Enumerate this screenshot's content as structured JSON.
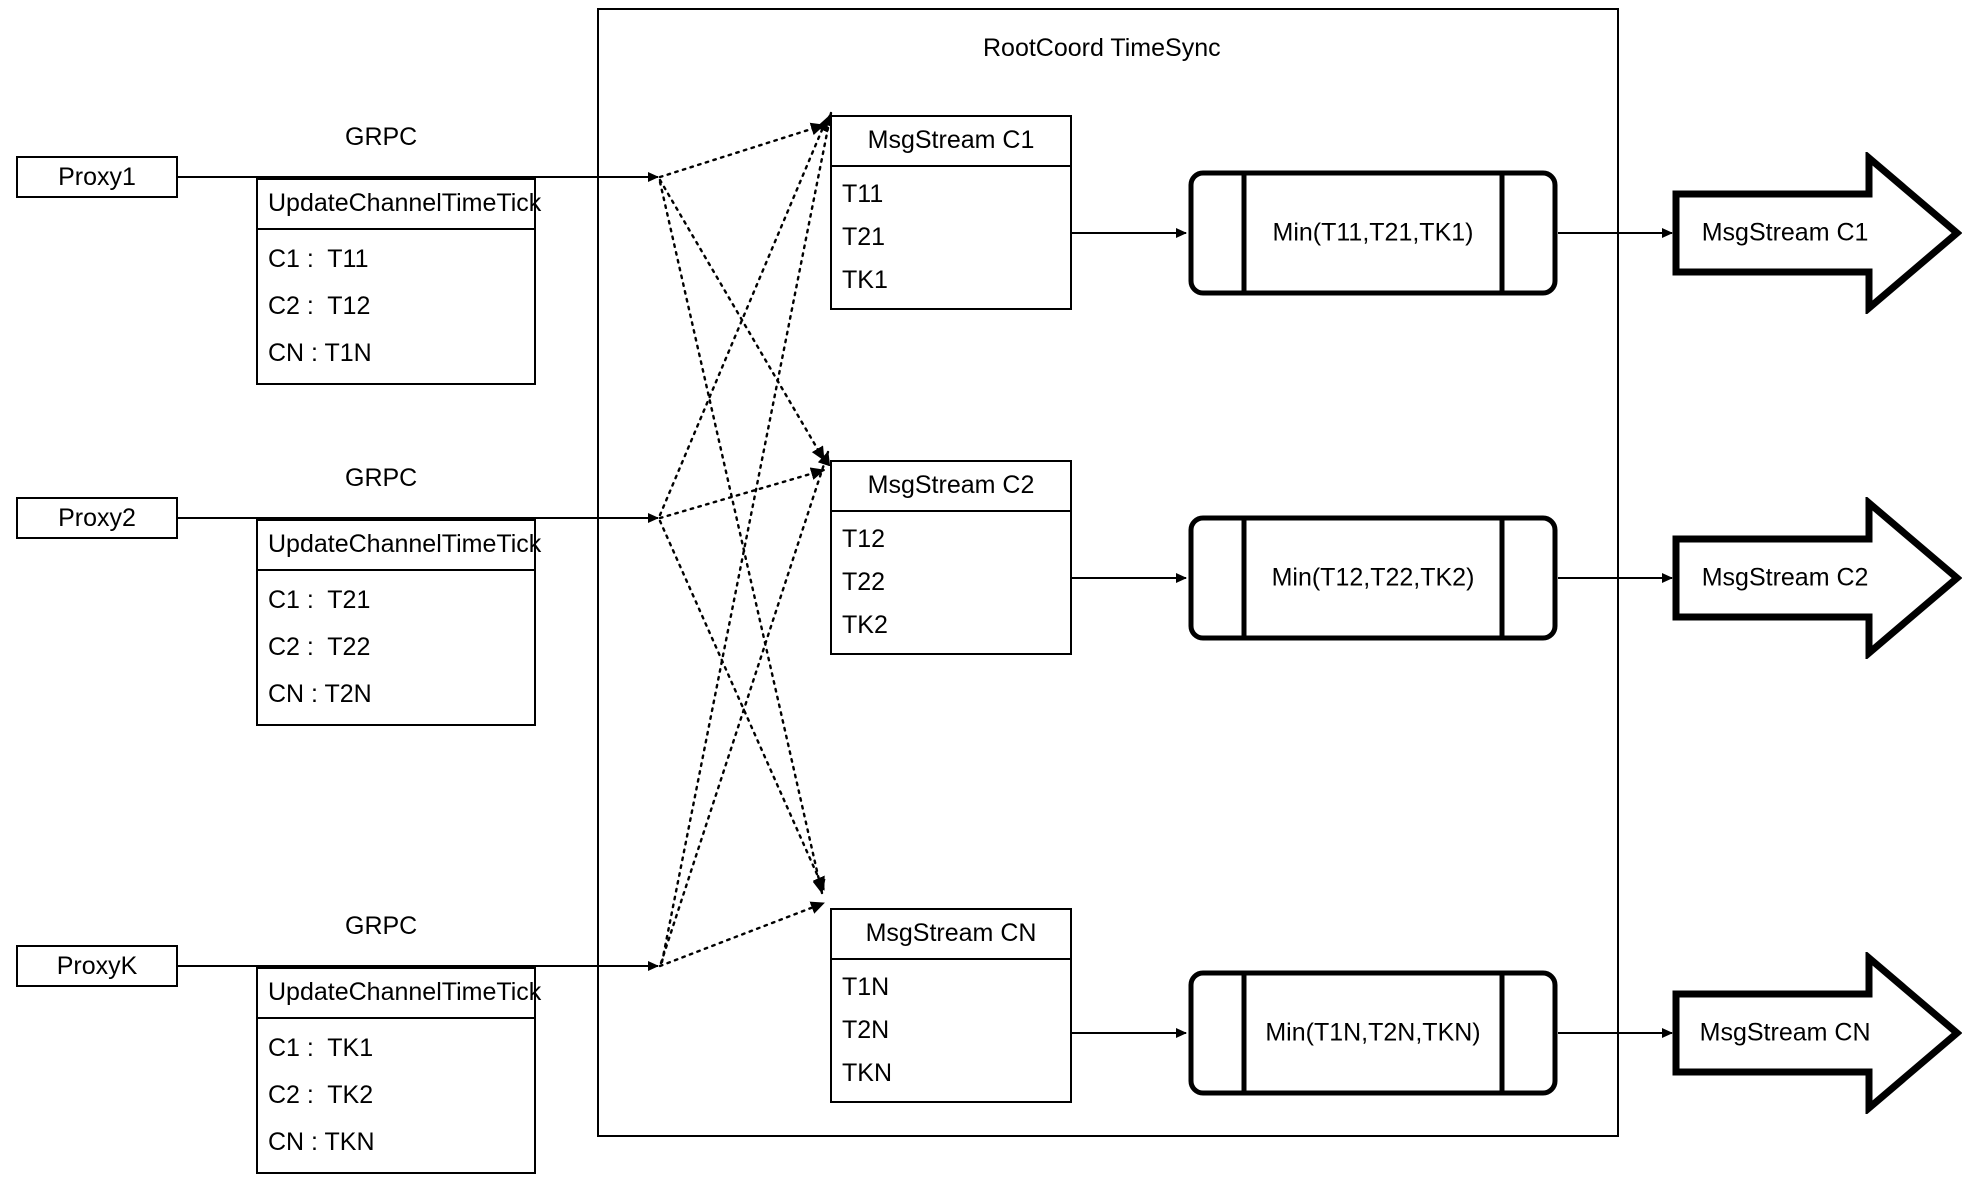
{
  "diagram": {
    "title": "RootCoord TimeSync",
    "container_label": "RootCoord TimeSync",
    "edge_label_grpc": "GRPC"
  },
  "proxies": [
    {
      "name": "Proxy1",
      "link_label": "GRPC",
      "request": {
        "title": "UpdateChannelTimeTick",
        "rows": [
          "C1 :  T11",
          "C2 :  T12",
          "CN : T1N"
        ]
      }
    },
    {
      "name": "Proxy2",
      "link_label": "GRPC",
      "request": {
        "title": "UpdateChannelTimeTick",
        "rows": [
          "C1 :  T21",
          "C2 :  T22",
          "CN : T2N"
        ]
      }
    },
    {
      "name": "ProxyK",
      "link_label": "GRPC",
      "request": {
        "title": "UpdateChannelTimeTick",
        "rows": [
          "C1 :  TK1",
          "C2 :  TK2",
          "CN : TKN"
        ]
      }
    }
  ],
  "channels": [
    {
      "stream_title": "MsgStream C1",
      "stream_rows": [
        "T11",
        "T21",
        "TK1"
      ],
      "process_label": "Min(T11,T21,TK1)",
      "output_label": "MsgStream C1"
    },
    {
      "stream_title": "MsgStream C2",
      "stream_rows": [
        "T12",
        "T22",
        "TK2"
      ],
      "process_label": "Min(T12,T22,TK2)",
      "output_label": "MsgStream C2"
    },
    {
      "stream_title": "MsgStream CN",
      "stream_rows": [
        "T1N",
        "T2N",
        "TKN"
      ],
      "process_label": "Min(T1N,T2N,TKN)",
      "output_label": "MsgStream CN"
    }
  ],
  "colors": {
    "stroke": "#000000",
    "background": "#ffffff"
  }
}
